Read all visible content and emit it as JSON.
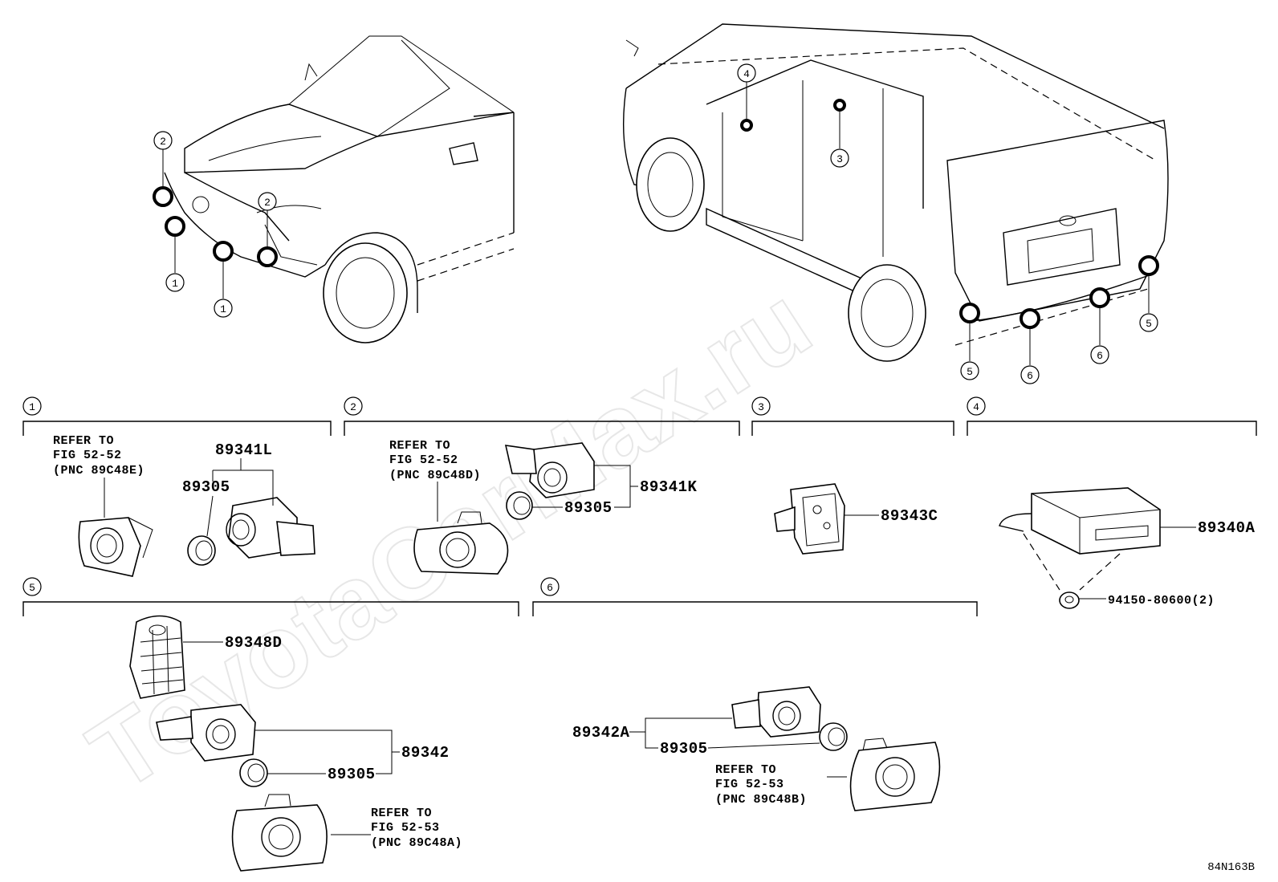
{
  "callout_numbers": [
    "1",
    "2",
    "3",
    "4",
    "5",
    "6"
  ],
  "front_view": {
    "callouts": [
      "2",
      "2",
      "1",
      "1"
    ]
  },
  "rear_view": {
    "callouts": [
      "4",
      "3",
      "5",
      "6",
      "6",
      "5"
    ]
  },
  "sections": [
    {
      "id": "1",
      "parts": [
        "89341L",
        "89305"
      ],
      "refer": [
        "REFER TO",
        "FIG 52-52",
        "(PNC 89C48E)"
      ]
    },
    {
      "id": "2",
      "parts": [
        "89341K",
        "89305"
      ],
      "refer": [
        "REFER TO",
        "FIG 52-52",
        "(PNC 89C48D)"
      ]
    },
    {
      "id": "3",
      "parts": [
        "89343C"
      ]
    },
    {
      "id": "4",
      "parts": [
        "89340A",
        "94150-80600(2)"
      ]
    },
    {
      "id": "5",
      "parts": [
        "89348D",
        "89342",
        "89305"
      ],
      "refer": [
        "REFER TO",
        "FIG 52-53",
        "(PNC 89C48A)"
      ]
    },
    {
      "id": "6",
      "parts": [
        "89342A",
        "89305"
      ],
      "refer": [
        "REFER TO",
        "FIG 52-53",
        "(PNC 89C48B)"
      ]
    }
  ],
  "diagram_id": "84N163B",
  "watermark": "ToyotaCarMax.ru",
  "colors": {
    "line": "#000000",
    "background": "#ffffff",
    "watermark": "#e7e7e7"
  }
}
